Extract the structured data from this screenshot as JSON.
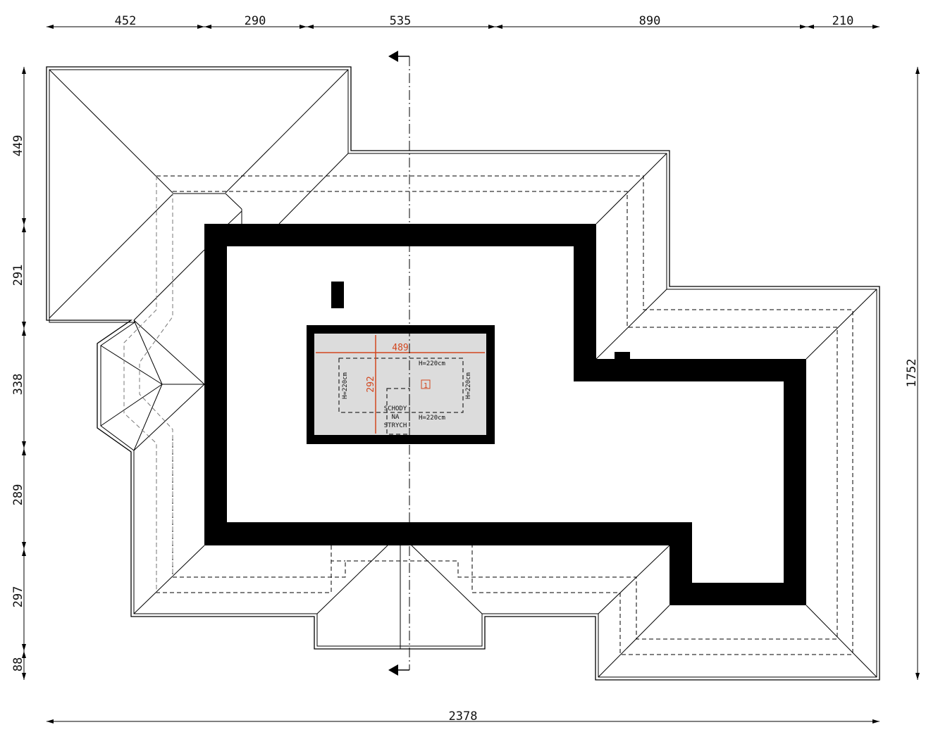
{
  "dimensions": {
    "top": [
      "452",
      "290",
      "535",
      "890",
      "210"
    ],
    "left": [
      "449",
      "291",
      "338",
      "289",
      "297",
      "88"
    ],
    "right_total": "1752",
    "bottom_total": "2378"
  },
  "room": {
    "width": "489",
    "depth": "292",
    "height_labels": [
      "H=220cm",
      "H=220cm",
      "H=220cm",
      "H=220cm"
    ],
    "number": "1",
    "stairs": [
      "SCHODY",
      "NA",
      "STRYCH"
    ]
  },
  "colors": {
    "dimension_red": "#d2461e",
    "room_fill": "#dcdcdc"
  }
}
